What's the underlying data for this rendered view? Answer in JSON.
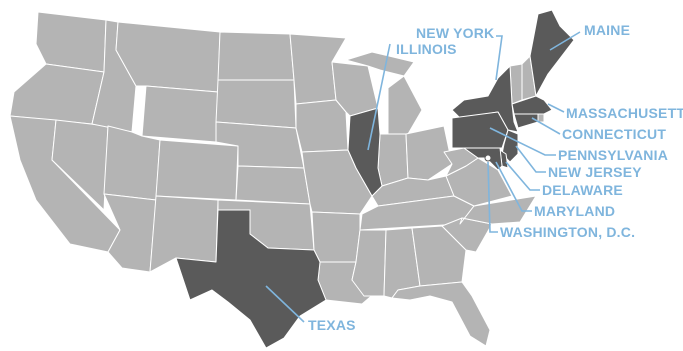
{
  "colors": {
    "base_state": "#b4b4b4",
    "highlight_state": "#5a5a5a",
    "border": "#ffffff",
    "label": "#7fb5dd"
  },
  "labels": {
    "new_york": "NEW YORK",
    "illinois": "ILLINOIS",
    "maine": "MAINE",
    "massachusetts": "MASSACHUSETTS",
    "connecticut": "CONNECTICUT",
    "pennsylvania": "PENNSYLVANIA",
    "new_jersey": "NEW JERSEY",
    "delaware": "DELAWARE",
    "maryland": "MARYLAND",
    "washington_dc": "WASHINGTON, D.C.",
    "texas": "TEXAS"
  }
}
